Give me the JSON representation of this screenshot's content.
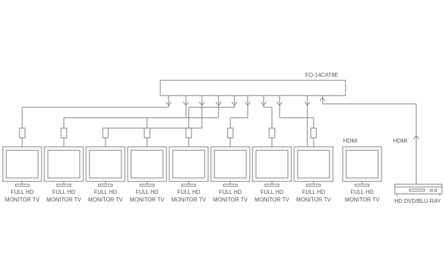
{
  "device": {
    "model": "FO-14CAT8E"
  },
  "links": {
    "output_label": "HDMI",
    "input_label": "HDMI"
  },
  "displays": [
    {
      "line1": "FULL HD",
      "line2": "MONITOR TV",
      "adapter": true
    },
    {
      "line1": "FULL HD",
      "line2": "MONITOR TV",
      "adapter": true
    },
    {
      "line1": "FULL HD",
      "line2": "MONITOR TV",
      "adapter": true
    },
    {
      "line1": "FULL HD",
      "line2": "MONITOR TV",
      "adapter": true
    },
    {
      "line1": "FULL HD",
      "line2": "MONITOR TV",
      "adapter": true
    },
    {
      "line1": "FULL HD",
      "line2": "MONITOR TV",
      "adapter": true
    },
    {
      "line1": "FULL HD",
      "line2": "MONITOR TV",
      "adapter": true
    },
    {
      "line1": "FULL HD",
      "line2": "MONITOR TV",
      "adapter": true
    },
    {
      "line1": "FULL HD",
      "line2": "MONITOR TV",
      "adapter": false
    }
  ],
  "source": {
    "label": "HD DVD/BLU-RAY"
  }
}
